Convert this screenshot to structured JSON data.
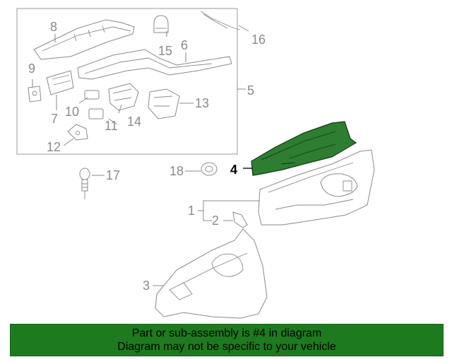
{
  "callouts": {
    "c1": "1",
    "c2": "2",
    "c3": "3",
    "c4": "4",
    "c5": "5",
    "c6": "6",
    "c7": "7",
    "c8": "8",
    "c9": "9",
    "c10": "10",
    "c11": "11",
    "c12": "12",
    "c13": "13",
    "c14": "14",
    "c15": "15",
    "c16": "16",
    "c17": "17",
    "c18": "18"
  },
  "highlight": {
    "part_number": "4",
    "color": "#2e7d32"
  },
  "banner": {
    "line1": "Part or sub-assembly is #4 in diagram",
    "line2": "Diagram may not be specific to your vehicle",
    "color": "#1e7a1e"
  }
}
